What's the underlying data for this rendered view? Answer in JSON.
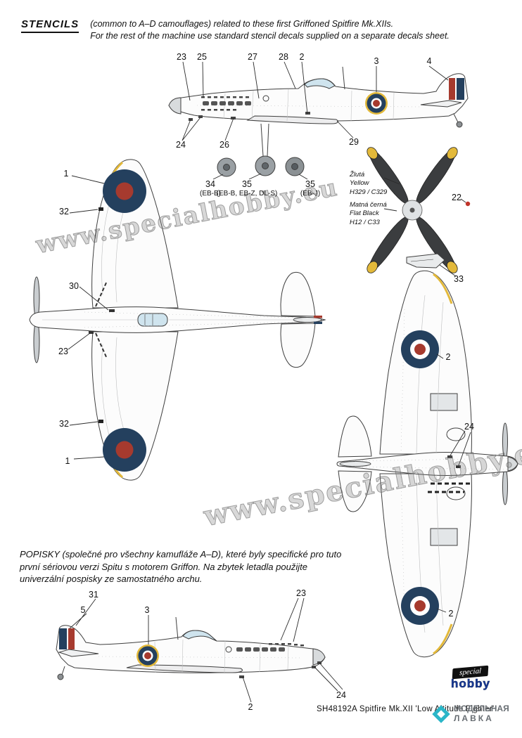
{
  "header": {
    "title": "STENCILS",
    "desc1": "(common to A–D camouflages) related to these first Griffoned Spitfire Mk.XIIs.",
    "desc2": "For the rest of the machine use standard stencil decals supplied on a separate decals sheet."
  },
  "popisky": {
    "text": "POPISKY (společné pro všechny kamufláže A–D), které byly specifické pro tuto první sériovou verzi Spitu s motorem Griffon. Na zbytek letadla použijte univerzální pospisky ze samostatného archu."
  },
  "footer": {
    "text": "SH48192A  Spitfire Mk.XII 'Low Altitude Fighter'"
  },
  "watermark": {
    "text": "www.specialhobby.eu"
  },
  "shop_logo": {
    "line1": "МОДЕЛЬНАЯ",
    "line2": "ЛАВКА"
  },
  "brand_logo": {
    "script": "special",
    "name": "hobby"
  },
  "paint_labels": {
    "yellow": {
      "cz": "Žlutá",
      "en": "Yellow",
      "code": "H329 / C329"
    },
    "black": {
      "cz": "Matná černá",
      "en": "Flat Black",
      "code": "H12 / C33"
    }
  },
  "wheels": [
    {
      "num": "34",
      "label": "(EB-B)"
    },
    {
      "num": "35",
      "label": "(EB-B, EB-Z, DL-S)"
    },
    {
      "num": "35",
      "label": "(EB-J)"
    }
  ],
  "callouts": {
    "side1_top": [
      "23",
      "25",
      "27",
      "28",
      "2",
      "3",
      "4"
    ],
    "side1_bottom": [
      "24",
      "26",
      "29"
    ],
    "prop": [
      "22"
    ],
    "part33": [
      "33"
    ],
    "plan_top": [
      "1",
      "32",
      "30",
      "23",
      "32",
      "1"
    ],
    "plan_bottom": [
      "2",
      "24",
      "2"
    ],
    "side2_top": [
      "31",
      "5",
      "3",
      "23"
    ],
    "side2_bottom": [
      "2",
      "24"
    ]
  },
  "colors": {
    "roundel_blue": "#24405e",
    "roundel_red": "#a63a2e",
    "leading_edge_yellow": "#e3b93a",
    "flat_black": "#3b3d3f"
  }
}
